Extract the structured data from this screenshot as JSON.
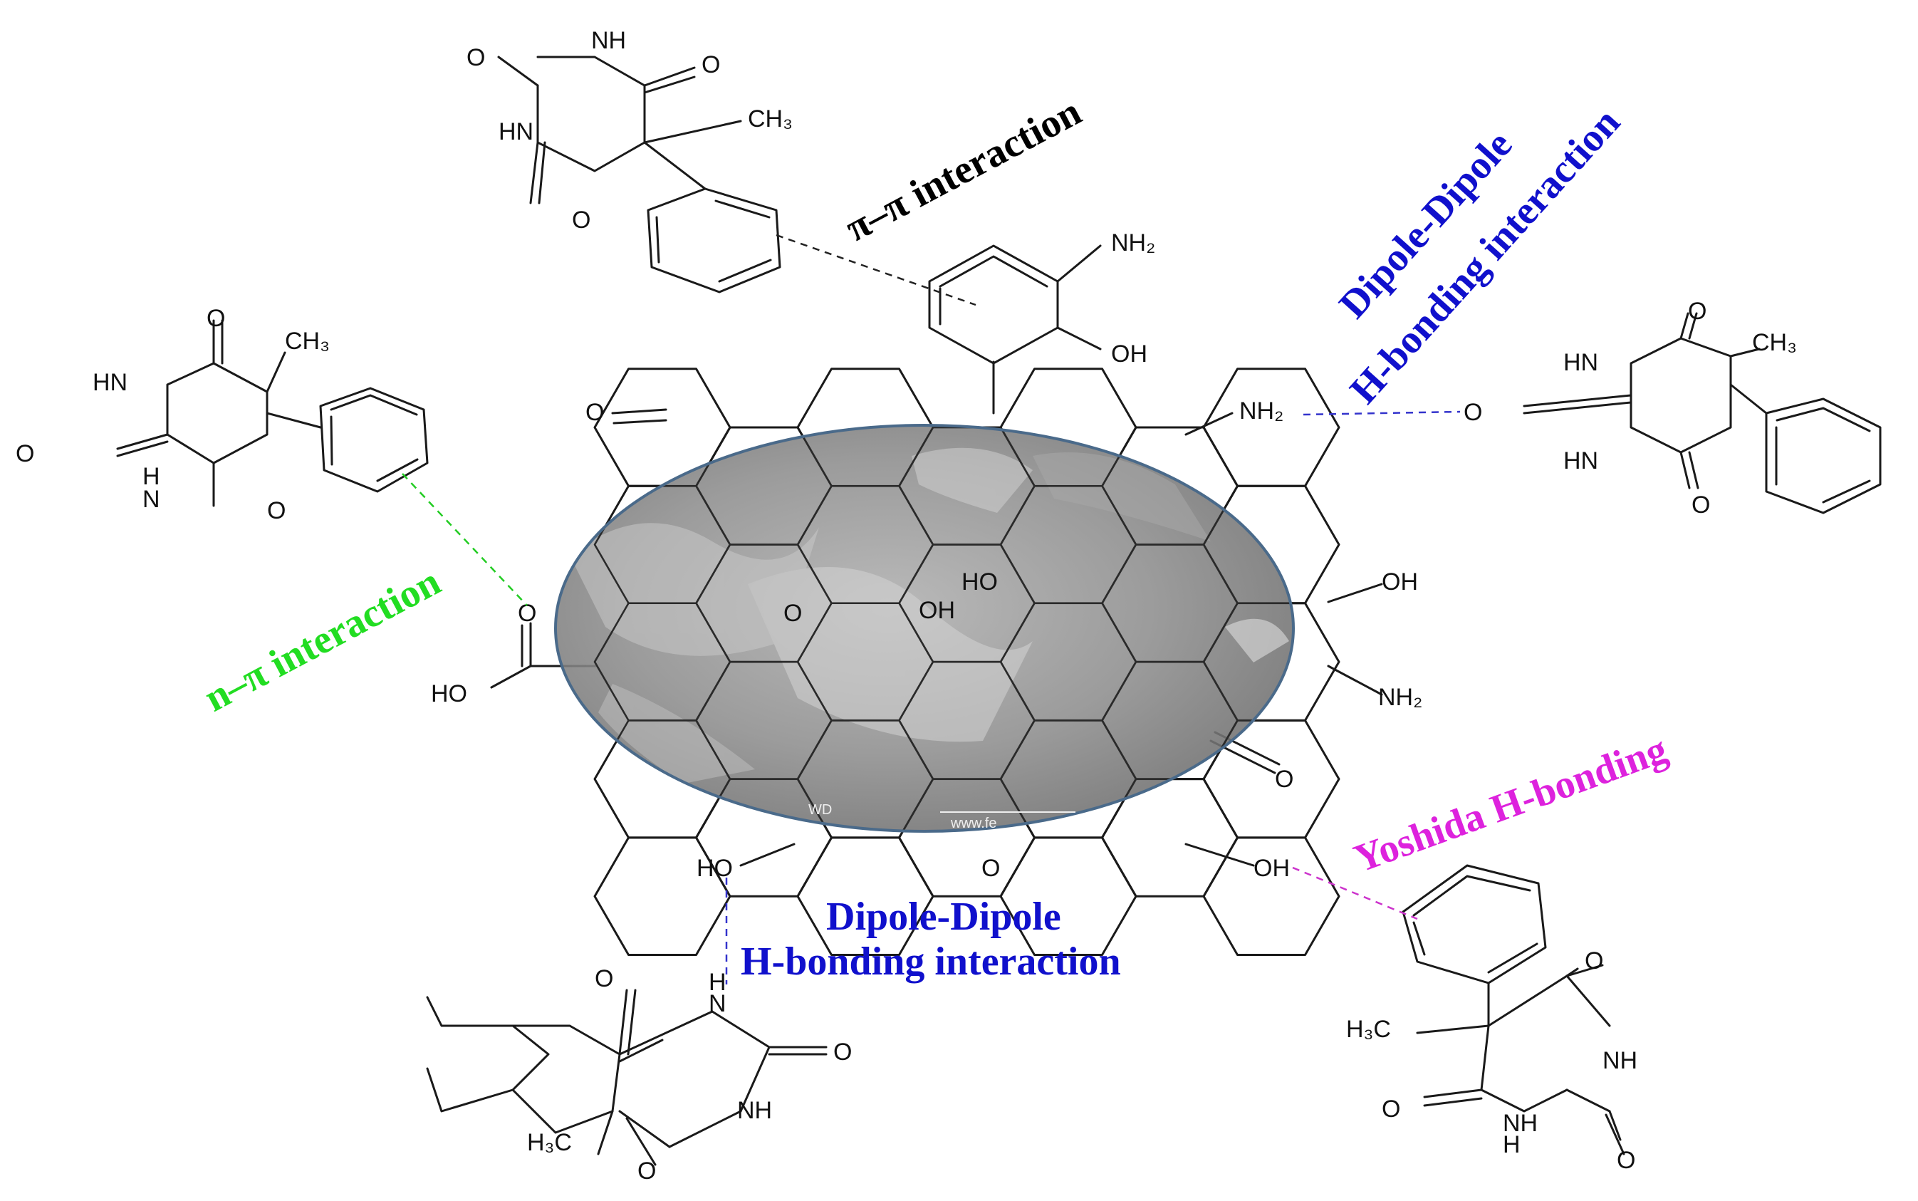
{
  "labels": {
    "pi_pi": "π–π interaction",
    "n_pi": "n–π interaction",
    "dipole_top_1": "Dipole-Dipole",
    "dipole_top_2": "H-bonding interaction",
    "dipole_bottom_1": "Dipole-Dipole",
    "dipole_bottom_2": "H-bonding interaction",
    "yoshida": "Yoshida H-bonding"
  },
  "colors": {
    "pi_pi": "#000000",
    "n_pi": "#22dd22",
    "dipole": "#1010cc",
    "yoshida": "#dd22dd",
    "sem_fill": "#8a8a8a",
    "sem_border": "#4a6a8a"
  },
  "atoms": {
    "O": "O",
    "HN": "HN",
    "NH": "NH",
    "H": "H",
    "N": "N",
    "CH3": "CH₃",
    "H3C": "H₃C",
    "NH2": "NH₂",
    "OH": "OH",
    "HO": "HO"
  },
  "sem_overlay": {
    "wd": "WD",
    "url": "www.fe"
  }
}
